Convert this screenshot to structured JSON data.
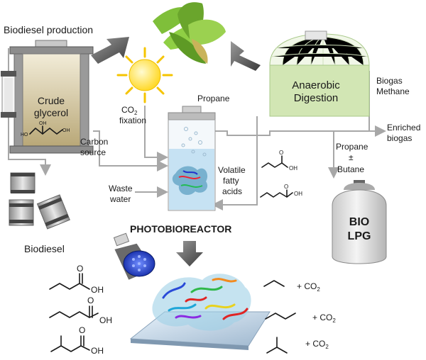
{
  "labels": {
    "biodiesel_production": "Biodiesel production",
    "crude_glycerol_line1": "Crude",
    "crude_glycerol_line2": "glycerol",
    "co2_main": "CO",
    "co2_sub": "2",
    "fixation": "fixation",
    "propane_top": "Propane",
    "carbon_line1": "Carbon",
    "carbon_line2": "source",
    "anaerobic_line1": "Anaerobic",
    "anaerobic_line2": "Digestion",
    "biogas_line1": "Biogas",
    "biogas_line2": "Methane",
    "enriched_line1": "Enriched",
    "enriched_line2": "biogas",
    "propane_right": "Propane",
    "plus_minus": "±",
    "butane": "Butane",
    "volatile_line1": "Volatile",
    "volatile_line2": "fatty",
    "volatile_line3": "acids",
    "waste_line1": "Waste",
    "waste_line2": "water",
    "photobioreactor": "PHOTOBIOREACTOR",
    "biodiesel": "Biodiesel",
    "bio": "BIO",
    "lpg": "LPG",
    "ho_glycerol_1": "HO",
    "oh_glycerol_2": "OH",
    "oh_glycerol_3": "OH",
    "oh_acid_small_1": "OH",
    "oh_acid_small_2": "OH",
    "oh_acid_1": "OH",
    "oh_acid_2": "OH",
    "oh_acid_3": "OH",
    "o_acid_small_1": "O",
    "o_acid_small_2": "O",
    "o_acid_1": "O",
    "o_acid_2": "O",
    "o_acid_3": "O",
    "plus_co2_1": "+ CO",
    "plus_co2_2": "+ CO",
    "plus_co2_3": "+ CO",
    "co2_sub_2": "2"
  },
  "colors": {
    "lines": "#a7a7a7",
    "digester_fill": "#d2e6b4",
    "reactor_water": "#c6e2f3",
    "lamp_blue": "#1f3fd6",
    "sun_yellow": "#ffe74a"
  },
  "icons": [
    "corn-icon",
    "sun-icon",
    "led-lamp-icon",
    "gas-cylinder-icon",
    "protein-structure-icon"
  ]
}
